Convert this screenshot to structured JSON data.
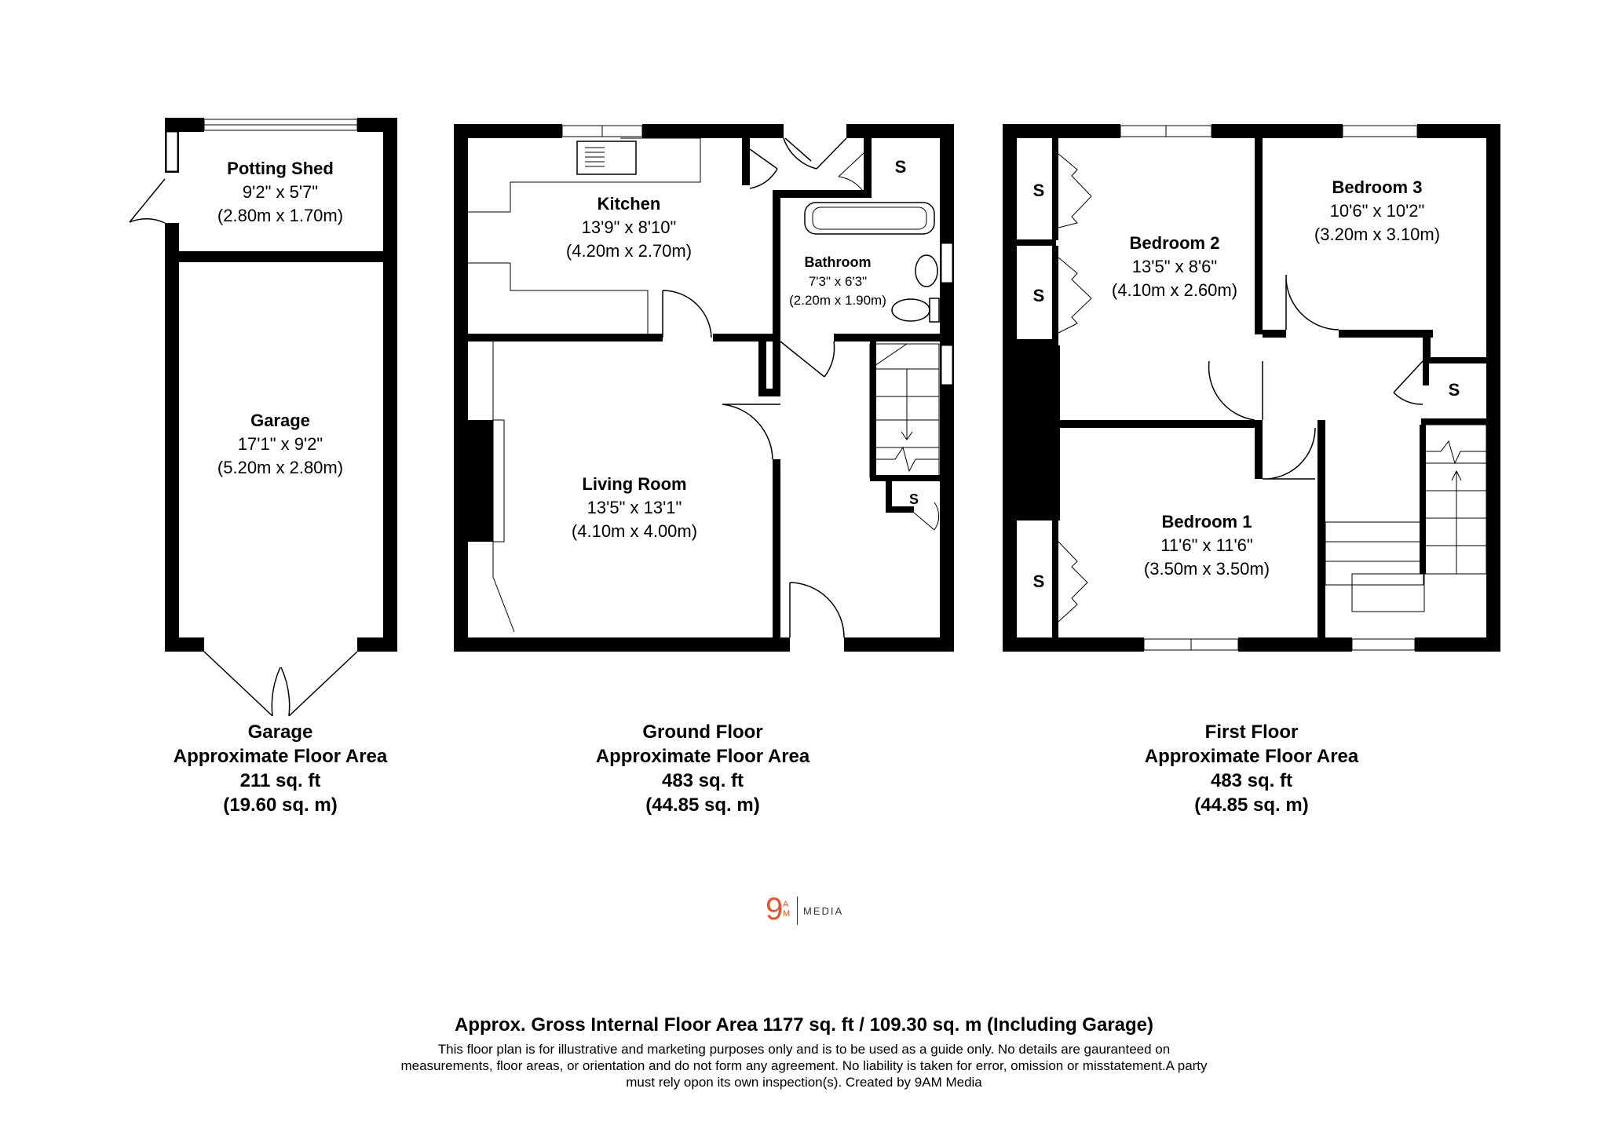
{
  "rooms": {
    "potting_shed": {
      "name": "Potting Shed",
      "imperial": "9'2\" x 5'7\"",
      "metric": "(2.80m x 1.70m)"
    },
    "garage": {
      "name": "Garage",
      "imperial": "17'1\" x 9'2\"",
      "metric": "(5.20m x 2.80m)"
    },
    "kitchen": {
      "name": "Kitchen",
      "imperial": "13'9\" x 8'10\"",
      "metric": "(4.20m x 2.70m)"
    },
    "bathroom": {
      "name": "Bathroom",
      "imperial": "7'3\" x 6'3\"",
      "metric": "(2.20m x 1.90m)"
    },
    "living_room": {
      "name": "Living Room",
      "imperial": "13'5\" x 13'1\"",
      "metric": "(4.10m x 4.00m)"
    },
    "bedroom_2": {
      "name": "Bedroom 2",
      "imperial": "13'5\" x 8'6\"",
      "metric": "(4.10m x 2.60m)"
    },
    "bedroom_3": {
      "name": "Bedroom 3",
      "imperial": "10'6\" x 10'2\"",
      "metric": "(3.20m x 3.10m)"
    },
    "bedroom_1": {
      "name": "Bedroom 1",
      "imperial": "11'6\" x 11'6\"",
      "metric": "(3.50m x 3.50m)"
    }
  },
  "store_label": "S",
  "floors": {
    "garage": {
      "title": "Garage",
      "subtitle": "Approximate Floor Area",
      "sqft": "211 sq. ft",
      "sqm": "(19.60 sq. m)"
    },
    "ground": {
      "title": "Ground Floor",
      "subtitle": "Approximate Floor Area",
      "sqft": "483 sq. ft",
      "sqm": "(44.85 sq. m)"
    },
    "first": {
      "title": "First Floor",
      "subtitle": "Approximate Floor Area",
      "sqft": "483 sq. ft",
      "sqm": "(44.85 sq. m)"
    }
  },
  "logo": {
    "nine": "9",
    "a": "A",
    "m": "M",
    "media": "MEDIA",
    "color": "#e8542a"
  },
  "footer": {
    "title": "Approx. Gross Internal Floor Area 1177 sq. ft / 109.30 sq. m (Including Garage)",
    "disclaimer": "This floor plan is for illustrative and marketing purposes only and is to be used as a guide only. No details are gauranteed on measurements, floor areas, or orientation and do not form any agreement. No liability is taken for error, omission or misstatement.A party must rely opon its own inspection(s). Created by 9AM Media"
  }
}
